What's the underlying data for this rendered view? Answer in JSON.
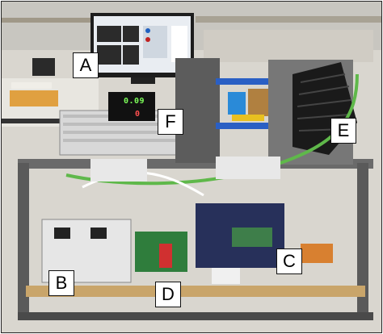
{
  "labels": {
    "a": "A",
    "b": "B",
    "c": "C",
    "d": "D",
    "e": "E",
    "f": "F"
  },
  "meter": {
    "top_value": "0.09",
    "bottom_value": "0"
  },
  "colors": {
    "bench_frame": "#5a5a5a",
    "wood_shelf": "#c9a56a",
    "green_cable": "#5fb84a",
    "blue_shaft": "#2a5fc4",
    "yellow_sensor": "#e8c020",
    "heatsink": "#1a1a1a"
  }
}
